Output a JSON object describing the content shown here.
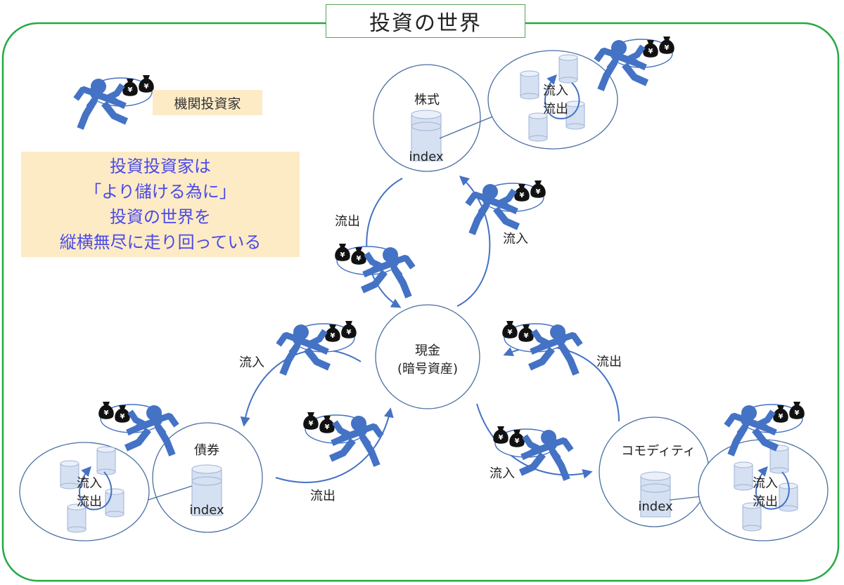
{
  "title": "投資の世界",
  "legend": {
    "label": "機関投資家"
  },
  "note": {
    "lines": [
      "投資投資家は",
      "「より儲ける為に」",
      "投資の世界を",
      "縦横無尽に走り回っている"
    ]
  },
  "nodes": {
    "stock": {
      "label": "株式",
      "sub": "index"
    },
    "cash": {
      "line1": "現金",
      "line2": "(暗号資産)"
    },
    "bond": {
      "label": "債券",
      "sub": "index"
    },
    "commodity": {
      "label": "コモディティ",
      "sub": "index"
    }
  },
  "bubbles": {
    "stock": {
      "in": "流入",
      "out": "流出"
    },
    "bond": {
      "in": "流入",
      "out": "流出"
    },
    "commodity": {
      "in": "流入",
      "out": "流出"
    }
  },
  "flows": {
    "stock_out": "流出",
    "stock_in": "流入",
    "bond_in": "流入",
    "bond_out": "流出",
    "commodity_out": "流出",
    "commodity_in": "流入"
  },
  "colors": {
    "frame": "#22aa44",
    "runner": "#4472c4",
    "arrow": "#4472c4",
    "circle": "#4a6fa0",
    "note_text": "#4a4ae8",
    "note_bg": "#fdebc6"
  },
  "icons": [
    "runner-icon",
    "money-bag-icon",
    "cylinder-icon"
  ]
}
